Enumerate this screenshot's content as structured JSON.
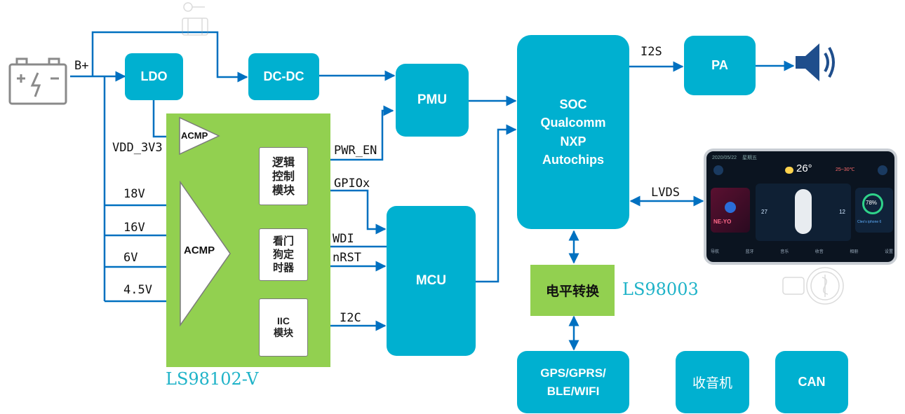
{
  "colors": {
    "block": "#00b0d0",
    "chip": "#92d050",
    "line": "#0070c0",
    "part_number": "#1fb3c8"
  },
  "icons": {
    "battery": "battery-icon",
    "speaker": "speaker-icon",
    "display": "car-display-screen"
  },
  "blocks": {
    "ldo": "LDO",
    "dcdc": "DC-DC",
    "pmu": "PMU",
    "mcu": "MCU",
    "soc": [
      "SOC",
      "Qualcomm",
      "NXP",
      "Autochips"
    ],
    "pa": "PA",
    "gps": [
      "GPS/GPRS/",
      "BLE/WIFI"
    ],
    "radio": "收音机",
    "can": "CAN",
    "level_shift": "电平转换"
  },
  "chip": {
    "part": "LS98102-V",
    "acmp_small": "ACMP",
    "acmp_large": "ACMP",
    "logic": [
      "逻辑",
      "控制",
      "模块"
    ],
    "watchdog": [
      "看门",
      "狗定",
      "时器"
    ],
    "iic": [
      "IIC",
      "模块"
    ]
  },
  "level_shift_part": "LS98003",
  "signals": {
    "b_plus": "B+",
    "vdd_3v3": "VDD_3V3",
    "v18": "18V",
    "v16": "16V",
    "v6": "6V",
    "v45": "4.5V",
    "pwr_en": "PWR_EN",
    "gpiox": "GPIOx",
    "wdi": "WDI",
    "nrst": "nRST",
    "i2c": "I2C",
    "i2s": "I2S",
    "lvds": "LVDS"
  },
  "screen": {
    "date": "2020/05/22",
    "weekday": "星期五",
    "temp": "26°",
    "temp_range": "25~30℃",
    "song": "NE-YO",
    "left_value": "27",
    "right_value": "12",
    "battery_pct": "78%",
    "phone": "Cleo's iphone 6",
    "nav_items": [
      "导航",
      "蓝牙",
      "音乐",
      "收音",
      "相册",
      "设置"
    ]
  }
}
